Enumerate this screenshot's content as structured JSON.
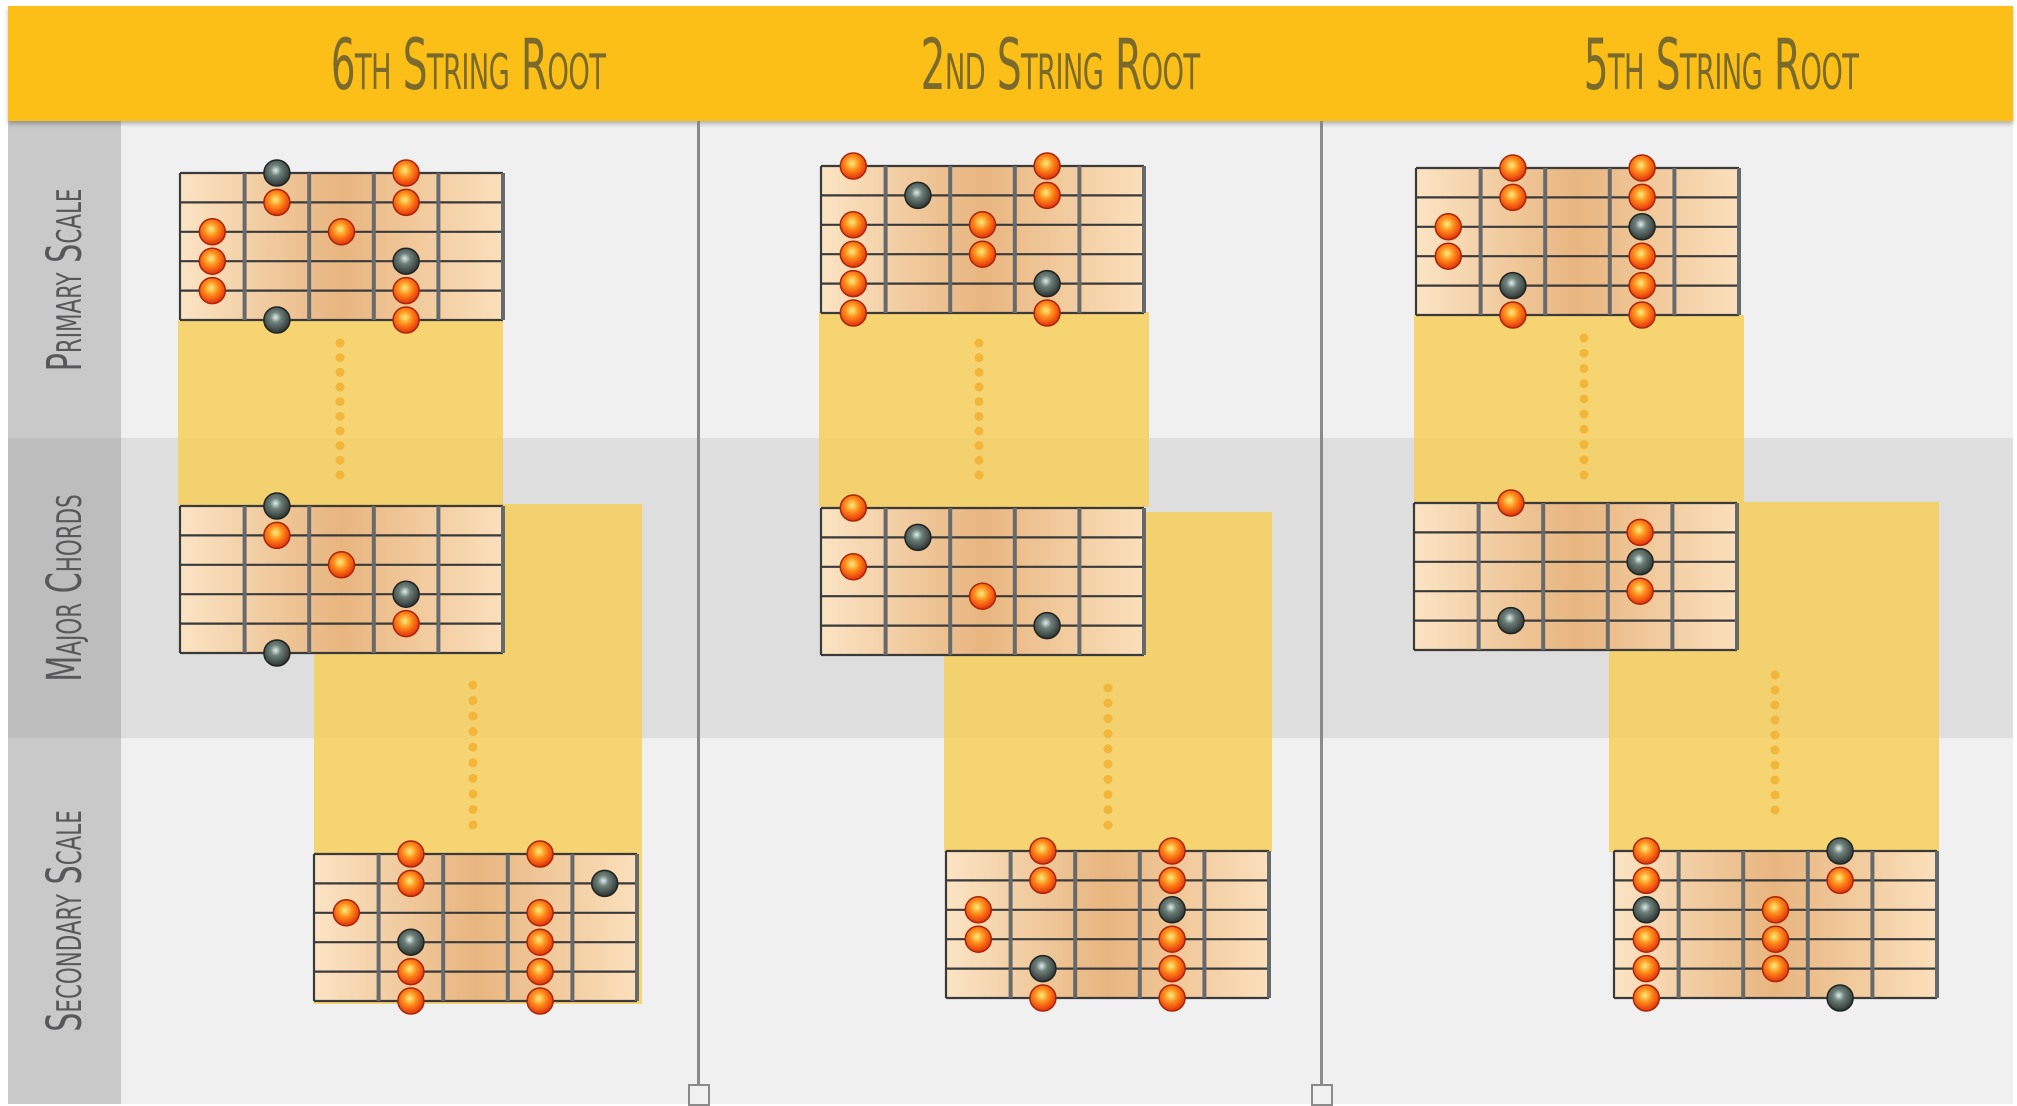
{
  "header": {
    "columns": [
      "6th String Root",
      "2nd String Root",
      "5th String Root"
    ]
  },
  "rows": [
    "Primary Scale",
    "Major Chords",
    "Secondary Scale"
  ],
  "colors": {
    "header_bg": "#fbbf17",
    "header_text": "#7a6a2e",
    "highlight": "#f8cf5c",
    "dotted_connector": "#f2b63a",
    "root_dot": "#4a5a55",
    "note_dot": "#f25a10"
  },
  "icons": [
    "fret-dot-note",
    "fret-dot-root",
    "dotted-connector"
  ],
  "diagrams": [
    {
      "column": 0,
      "row": 0,
      "notes": [
        [
          0,
          1,
          "r"
        ],
        [
          0,
          3,
          "n"
        ],
        [
          1,
          1,
          "n"
        ],
        [
          1,
          3,
          "n"
        ],
        [
          2,
          0,
          "n"
        ],
        [
          2,
          2,
          "n"
        ],
        [
          3,
          0,
          "n"
        ],
        [
          3,
          3,
          "r"
        ],
        [
          4,
          0,
          "n"
        ],
        [
          4,
          3,
          "n"
        ],
        [
          5,
          1,
          "r"
        ],
        [
          5,
          3,
          "n"
        ]
      ]
    },
    {
      "column": 0,
      "row": 1,
      "notes": [
        [
          0,
          1,
          "r"
        ],
        [
          1,
          1,
          "n"
        ],
        [
          2,
          2,
          "n"
        ],
        [
          3,
          3,
          "r"
        ],
        [
          4,
          3,
          "n"
        ],
        [
          5,
          1,
          "r"
        ]
      ]
    },
    {
      "column": 0,
      "row": 2,
      "notes": [
        [
          0,
          1,
          "n"
        ],
        [
          0,
          3,
          "n"
        ],
        [
          1,
          1,
          "n"
        ],
        [
          1,
          4,
          "r"
        ],
        [
          2,
          0,
          "n"
        ],
        [
          2,
          3,
          "n"
        ],
        [
          3,
          1,
          "r"
        ],
        [
          3,
          3,
          "n"
        ],
        [
          4,
          1,
          "n"
        ],
        [
          4,
          3,
          "n"
        ],
        [
          5,
          1,
          "n"
        ],
        [
          5,
          3,
          "n"
        ]
      ]
    },
    {
      "column": 1,
      "row": 0,
      "notes": [
        [
          0,
          0,
          "n"
        ],
        [
          0,
          3,
          "n"
        ],
        [
          1,
          1,
          "r"
        ],
        [
          1,
          3,
          "n"
        ],
        [
          2,
          0,
          "n"
        ],
        [
          2,
          2,
          "n"
        ],
        [
          3,
          0,
          "n"
        ],
        [
          3,
          2,
          "n"
        ],
        [
          4,
          0,
          "n"
        ],
        [
          4,
          3,
          "r"
        ],
        [
          5,
          0,
          "n"
        ],
        [
          5,
          3,
          "n"
        ]
      ]
    },
    {
      "column": 1,
      "row": 1,
      "notes": [
        [
          0,
          0,
          "n"
        ],
        [
          1,
          1,
          "r"
        ],
        [
          2,
          0,
          "n"
        ],
        [
          3,
          2,
          "n"
        ],
        [
          4,
          3,
          "r"
        ]
      ]
    },
    {
      "column": 1,
      "row": 2,
      "notes": [
        [
          0,
          1,
          "n"
        ],
        [
          0,
          3,
          "n"
        ],
        [
          1,
          1,
          "n"
        ],
        [
          1,
          3,
          "n"
        ],
        [
          2,
          0,
          "n"
        ],
        [
          2,
          3,
          "r"
        ],
        [
          3,
          0,
          "n"
        ],
        [
          3,
          3,
          "n"
        ],
        [
          4,
          1,
          "r"
        ],
        [
          4,
          3,
          "n"
        ],
        [
          5,
          1,
          "n"
        ],
        [
          5,
          3,
          "n"
        ]
      ]
    },
    {
      "column": 2,
      "row": 0,
      "notes": [
        [
          0,
          1,
          "n"
        ],
        [
          0,
          3,
          "n"
        ],
        [
          1,
          1,
          "n"
        ],
        [
          1,
          3,
          "n"
        ],
        [
          2,
          0,
          "n"
        ],
        [
          2,
          3,
          "r"
        ],
        [
          3,
          0,
          "n"
        ],
        [
          3,
          3,
          "n"
        ],
        [
          4,
          1,
          "r"
        ],
        [
          4,
          3,
          "n"
        ],
        [
          5,
          1,
          "n"
        ],
        [
          5,
          3,
          "n"
        ]
      ]
    },
    {
      "column": 2,
      "row": 1,
      "notes": [
        [
          0,
          1,
          "n"
        ],
        [
          1,
          3,
          "n"
        ],
        [
          2,
          3,
          "r"
        ],
        [
          3,
          3,
          "n"
        ],
        [
          4,
          1,
          "r"
        ]
      ]
    },
    {
      "column": 2,
      "row": 2,
      "notes": [
        [
          0,
          0,
          "n"
        ],
        [
          0,
          3,
          "r"
        ],
        [
          1,
          0,
          "n"
        ],
        [
          1,
          3,
          "n"
        ],
        [
          2,
          0,
          "r"
        ],
        [
          2,
          2,
          "n"
        ],
        [
          3,
          0,
          "n"
        ],
        [
          3,
          2,
          "n"
        ],
        [
          4,
          0,
          "n"
        ],
        [
          4,
          2,
          "n"
        ],
        [
          5,
          0,
          "n"
        ],
        [
          5,
          3,
          "r"
        ]
      ]
    }
  ]
}
